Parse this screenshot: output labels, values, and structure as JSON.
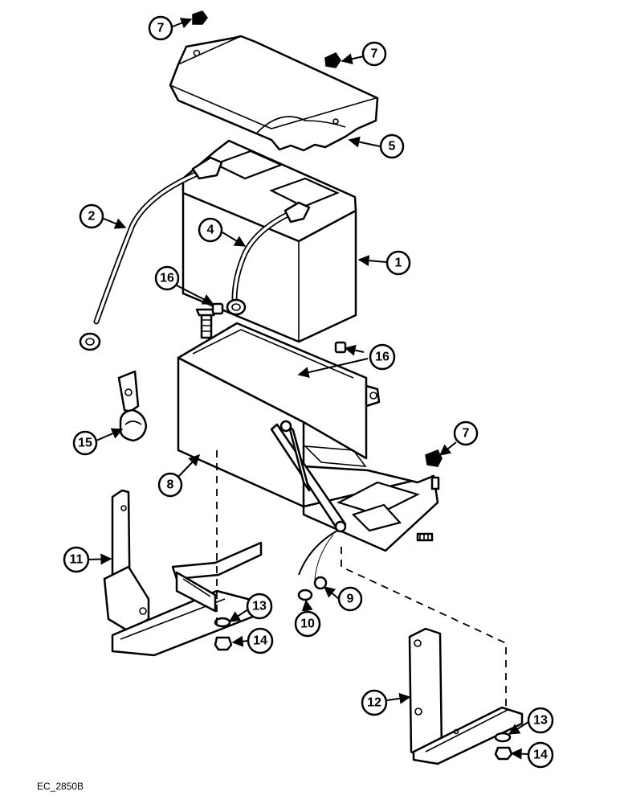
{
  "drawing_code": "EC_2850B",
  "callouts": [
    {
      "id": "c7a",
      "label": "7"
    },
    {
      "id": "c7b",
      "label": "7"
    },
    {
      "id": "c5",
      "label": "5"
    },
    {
      "id": "c2",
      "label": "2"
    },
    {
      "id": "c4",
      "label": "4"
    },
    {
      "id": "c1",
      "label": "1"
    },
    {
      "id": "c16a",
      "label": "16"
    },
    {
      "id": "c16b",
      "label": "16"
    },
    {
      "id": "c7c",
      "label": "7"
    },
    {
      "id": "c15",
      "label": "15"
    },
    {
      "id": "c8",
      "label": "8"
    },
    {
      "id": "c11",
      "label": "11"
    },
    {
      "id": "c13a",
      "label": "13"
    },
    {
      "id": "c14a",
      "label": "14"
    },
    {
      "id": "c9",
      "label": "9"
    },
    {
      "id": "c10",
      "label": "10"
    },
    {
      "id": "c12",
      "label": "12"
    },
    {
      "id": "c13b",
      "label": "13"
    },
    {
      "id": "c14b",
      "label": "14"
    }
  ]
}
